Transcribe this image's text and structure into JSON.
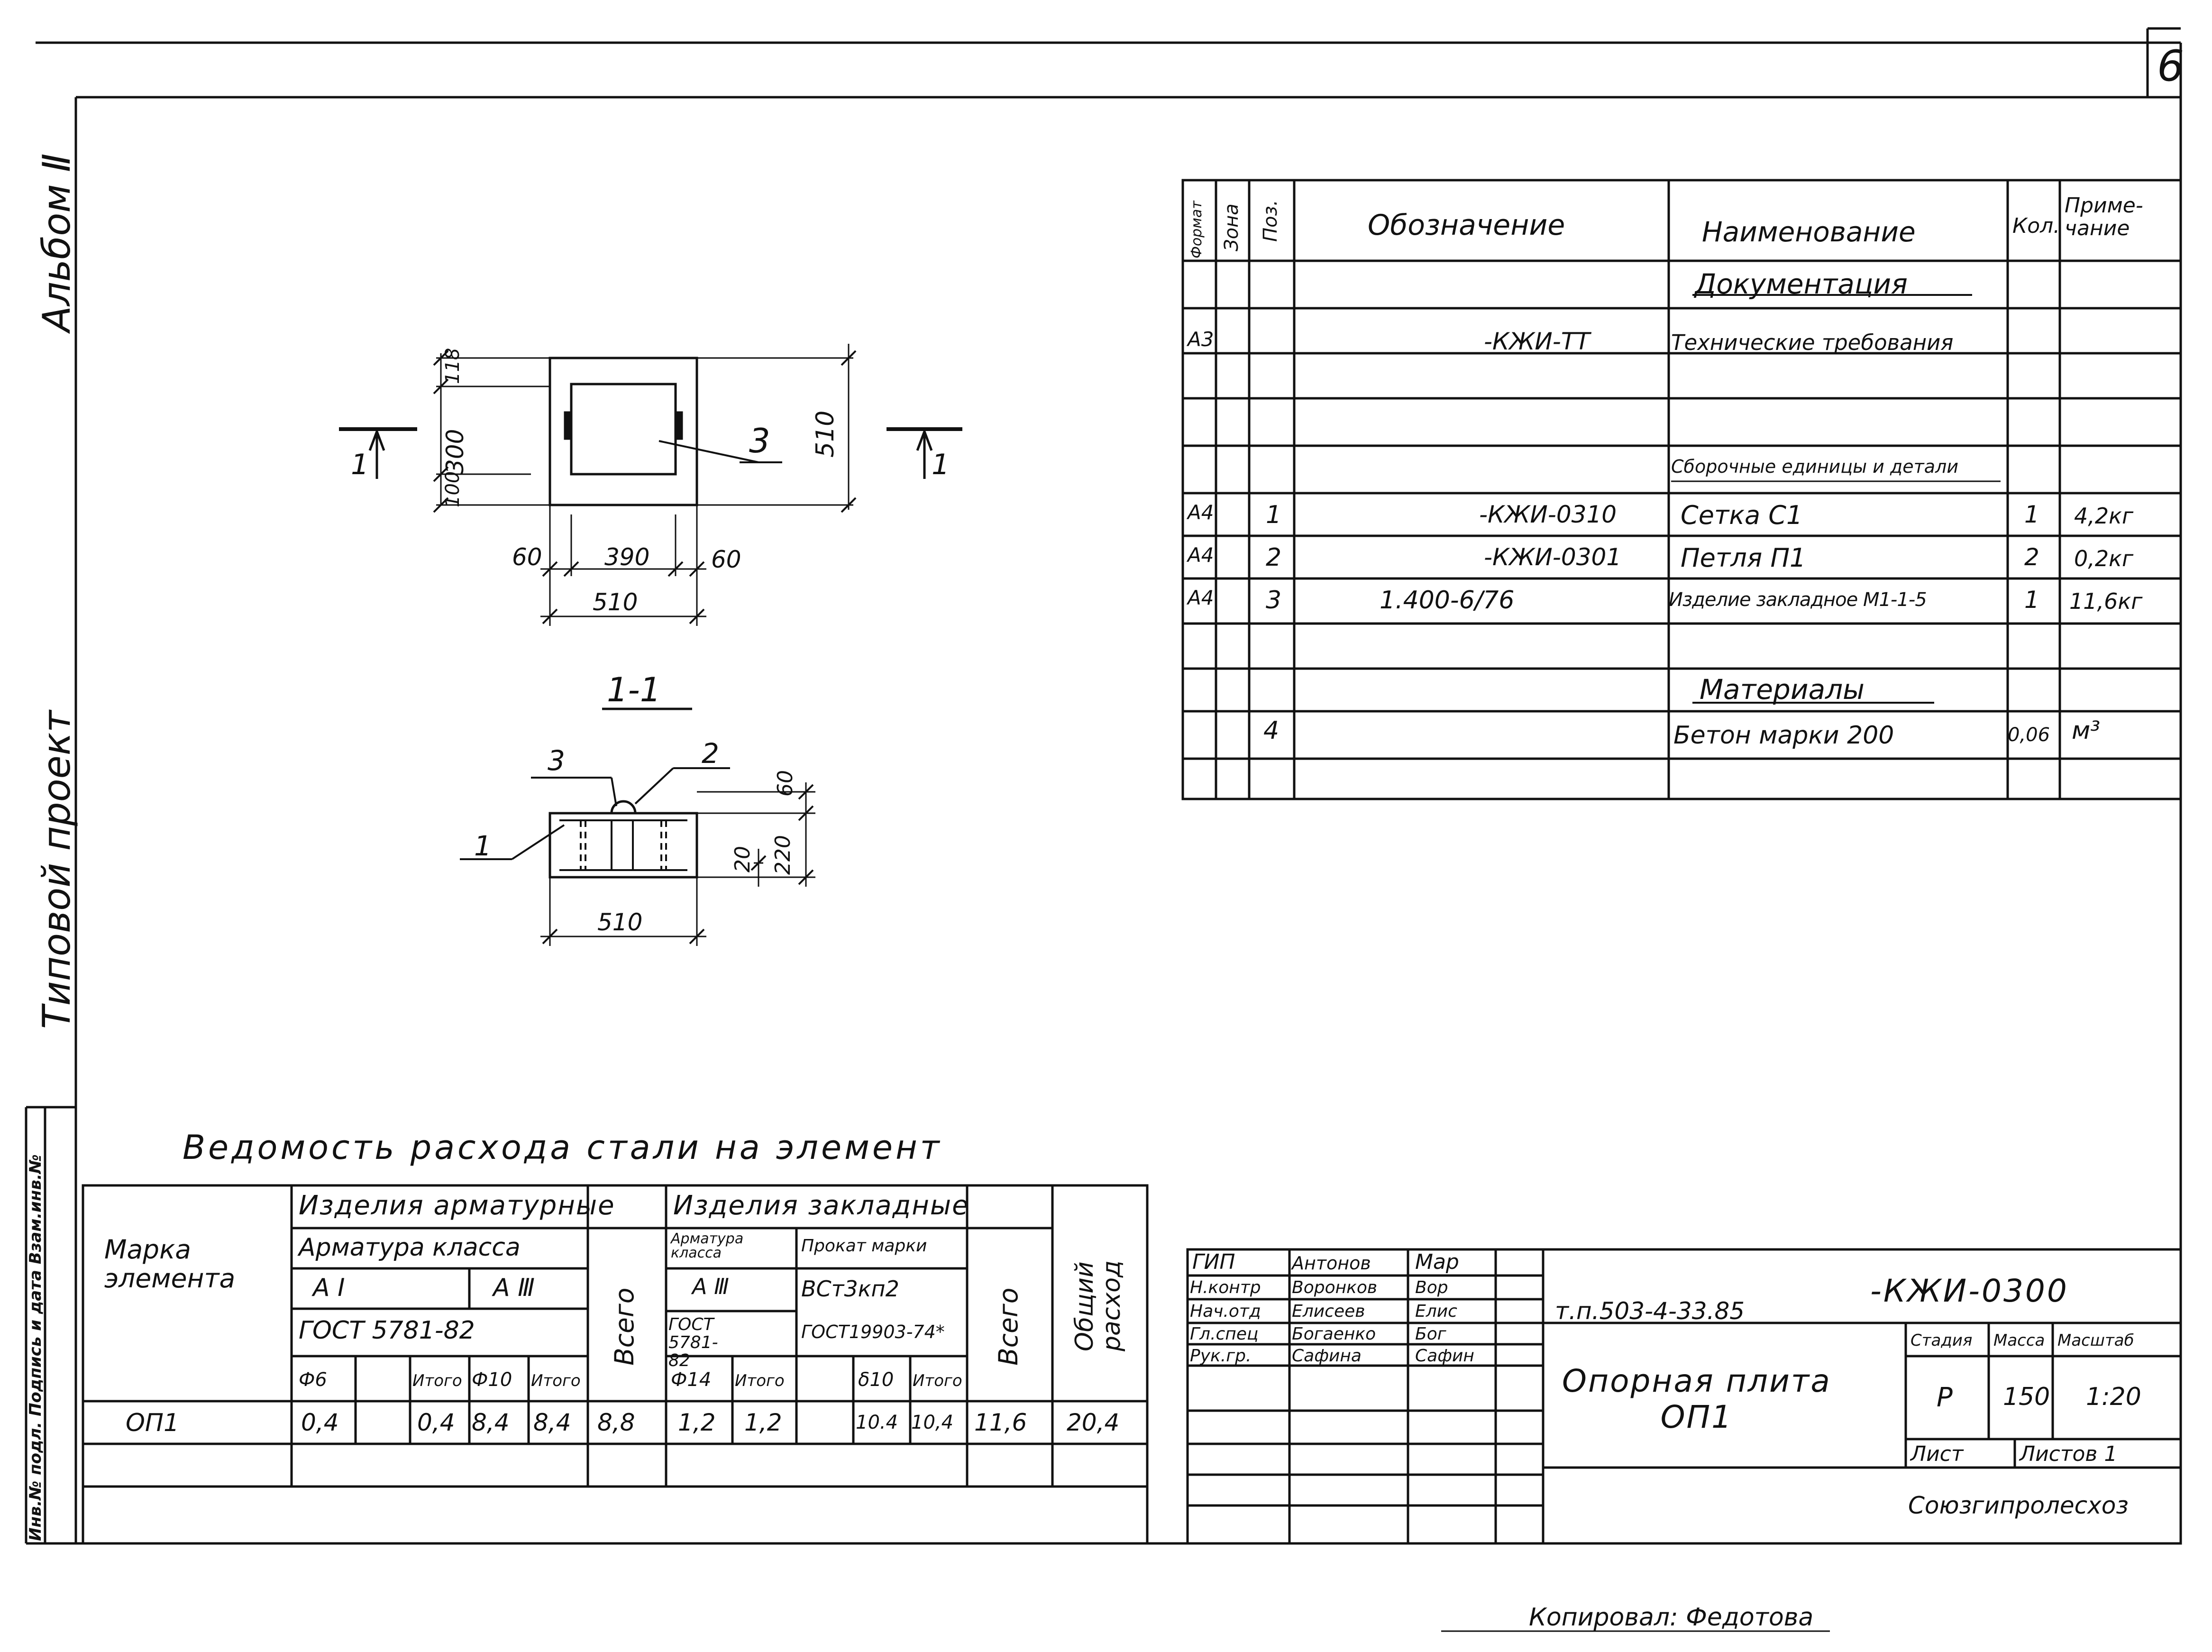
{
  "side": {
    "album": "Альбом Ⅱ",
    "project": "Типовой проект",
    "inv": "Инв.№ подл. Подпись и дата Взам.инв.№"
  },
  "corner": "6",
  "spec": {
    "headers": {
      "format": "Формат",
      "zone": "Зона",
      "pos": "Поз.",
      "designation": "Обозначение",
      "name": "Наименование",
      "qty": "Кол.",
      "note": "Приме-\nчание"
    },
    "sections": {
      "docs": "Документация",
      "assemblies": "Сборочные единицы и детали",
      "materials": "Материалы"
    },
    "rows": [
      {
        "format": "А3",
        "pos": "",
        "designation": "-КЖИ-ТТ",
        "name": "Технические требования",
        "qty": "",
        "note": ""
      },
      {
        "format": "А4",
        "pos": "1",
        "designation": "-КЖИ-0310",
        "name": "Сетка С1",
        "qty": "1",
        "note": "4,2кг"
      },
      {
        "format": "А4",
        "pos": "2",
        "designation": "-КЖИ-0301",
        "name": "Петля П1",
        "qty": "2",
        "note": "0,2кг"
      },
      {
        "format": "А4",
        "pos": "3",
        "designation": "1.400-6/76",
        "name": "Изделие закладное М1-1-5",
        "qty": "1",
        "note": "11,6кг"
      },
      {
        "format": "",
        "pos": "4",
        "designation": "",
        "name": "Бетон марки 200",
        "qty": "0,06",
        "note": "м³"
      }
    ]
  },
  "plan": {
    "dims": {
      "d118": "118",
      "d300": "300",
      "d100": "100",
      "d510v": "510",
      "d60l": "60",
      "d390": "390",
      "d60r": "60",
      "d510h": "510"
    },
    "cut_label": "1",
    "pos3": "3"
  },
  "section": {
    "title": "1-1",
    "p1": "1",
    "p2": "2",
    "p3": "3",
    "d60": "60",
    "d20": "20",
    "d220": "220",
    "d510": "510"
  },
  "steel": {
    "title": "Ведомость расхода стали на элемент",
    "mark_header": "Марка\nэлемента",
    "rebar_header": "Изделия арматурные",
    "rebar_class": "Арматура класса",
    "a1": "А Ⅰ",
    "a3": "А Ⅲ",
    "gost_rebar": "ГОСТ 5781-82",
    "embedded_header": "Изделия закладные",
    "emb_class": "Арматура класса",
    "emb_a3": "А Ⅲ",
    "emb_gost": "ГОСТ 5781-82",
    "rolled": "Прокат марки",
    "rolled_grade": "ВСт3кп2",
    "rolled_gost": "ГОСТ19903-74*",
    "total": "Всего",
    "overall": "Общий расход",
    "sub": {
      "f6": "Ф6",
      "itogo1": "Итого",
      "f10": "Ф10",
      "itogo2": "Итого",
      "f14": "Ф14",
      "itogo3": "Итого",
      "d10": "δ10",
      "itogo4": "Итого"
    },
    "row": {
      "mark": "ОП1",
      "f6": "0,4",
      "itogo1": "0,4",
      "f10": "8,4",
      "itogo2": "8,4",
      "total1": "8,8",
      "f14": "1,2",
      "itogo3": "1,2",
      "d10": "10.4",
      "itogo4": "10,4",
      "total2": "11,6",
      "overall": "20,4"
    }
  },
  "stamp": {
    "roles": [
      {
        "role": "ГИП",
        "name": "Антонов",
        "sign": "Мар"
      },
      {
        "role": "Н.контр",
        "name": "Воронков",
        "sign": "Вор"
      },
      {
        "role": "Нач.отд",
        "name": "Елисеев",
        "sign": "Елис"
      },
      {
        "role": "Гл.спец",
        "name": "Богаенко",
        "sign": "Бог"
      },
      {
        "role": "Рук.гр.",
        "name": "Сафина",
        "sign": "Сафин"
      }
    ],
    "project_no": "т.п.503-4-33.85",
    "code": "-КЖИ-0300",
    "title": "Опорная плита\nОП1",
    "stage_h": "Стадия",
    "mass_h": "Масса",
    "scale_h": "Масштаб",
    "stage": "Р",
    "mass": "150",
    "scale": "1:20",
    "sheet": "Лист",
    "sheets": "Листов 1",
    "org": "Союзгипролесхоз"
  },
  "copied": "Копировал: Федотова"
}
